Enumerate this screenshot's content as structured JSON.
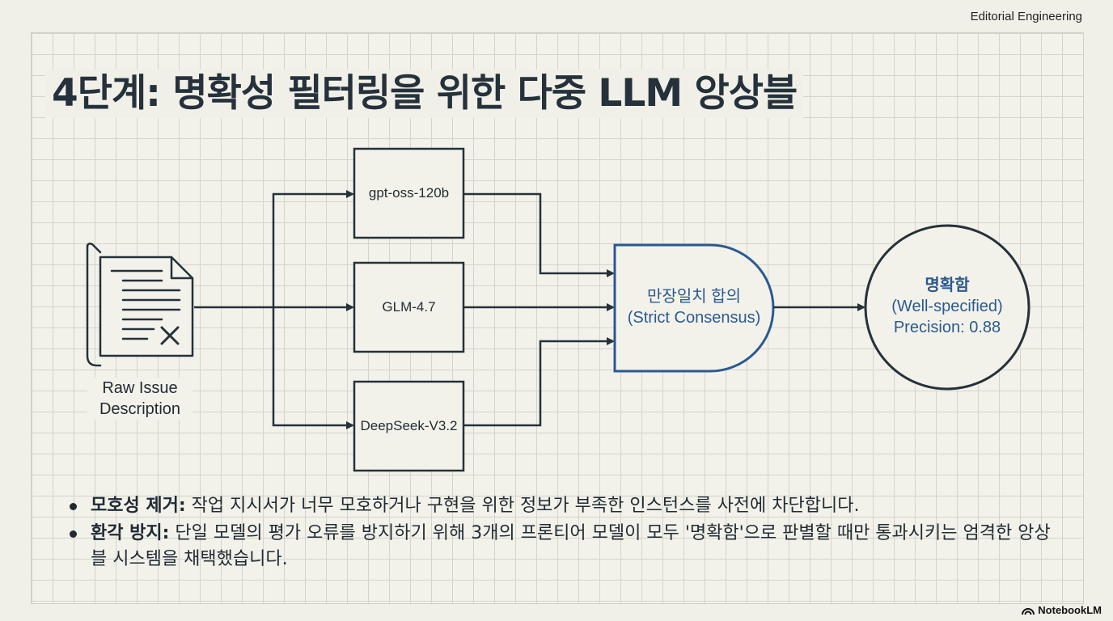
{
  "brand": "Editorial Engineering",
  "title": "4단계: 명확성 필터링을 위한 다중 LLM 앙상블",
  "input": {
    "label_line1": "Raw Issue",
    "label_line2": "Description",
    "icon": "document-x-icon"
  },
  "models": [
    "gpt-oss-120b",
    "GLM-4.7",
    "DeepSeek-V3.2"
  ],
  "consensus": {
    "line1": "만장일치 합의",
    "line2": "(Strict Consensus)"
  },
  "result": {
    "line1": "명확함",
    "line2": "(Well-specified)",
    "line3": "Precision: 0.88"
  },
  "bullets": [
    {
      "head": "모호성 제거:",
      "text": " 작업 지시서가 너무 모호하거나 구현을 위한 정보가 부족한 인스턴스를 사전에 차단합니다."
    },
    {
      "head": "환각 방지:",
      "text": " 단일 모델의 평가 오류를 방지하기 위해 3개의 프론티어 모델이 모두 '명확함'으로 판별할 때만 통과시키는 엄격한 앙상블 시스템을 채택했습니다."
    }
  ],
  "footer": {
    "logo": "NotebookLM",
    "icon": "notebooklm-icon"
  },
  "colors": {
    "accent_blue": "#2a5a92",
    "ink": "#25313b",
    "background": "#f1f0e8"
  }
}
